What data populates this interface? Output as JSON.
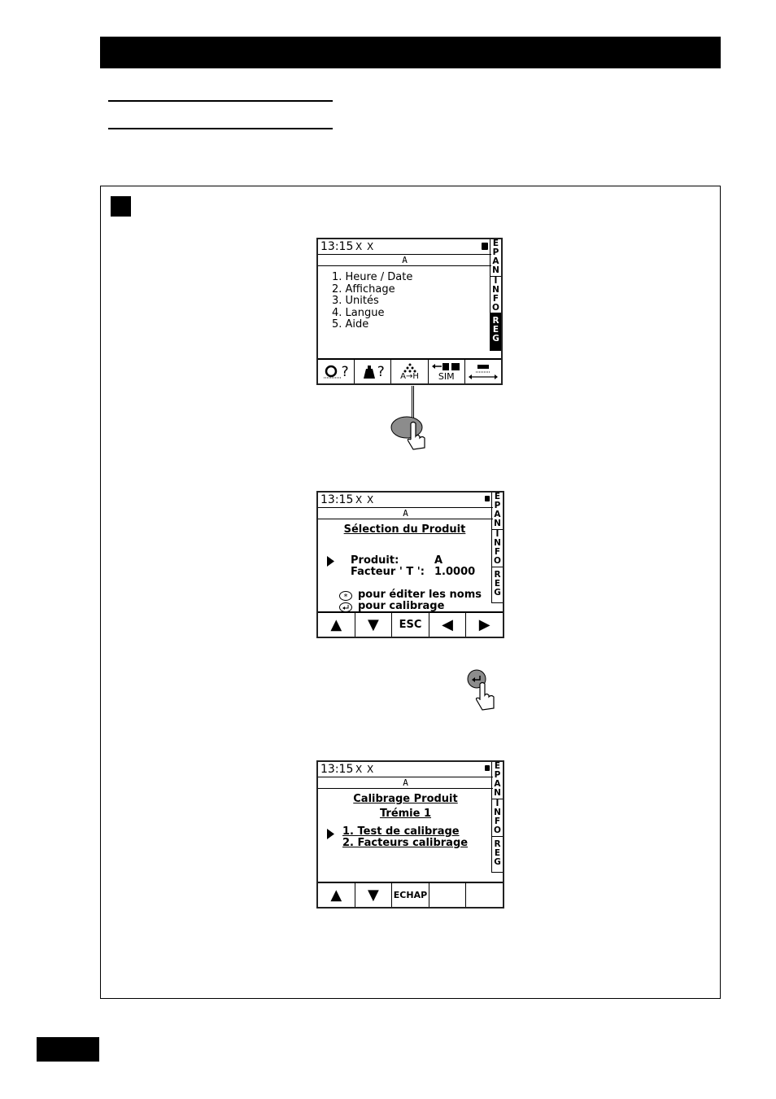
{
  "screen1": {
    "time": "13:15",
    "status_marks": "X X",
    "product": "A",
    "side_tabs": [
      "EPAN",
      "INFO",
      "REG"
    ],
    "menu": [
      "1. Heure / Date",
      "2. Affichage",
      "3. Unités",
      "4. Langue",
      "5. Aide"
    ],
    "softkeys": [
      "?",
      "?",
      "A→H",
      "SIM",
      ""
    ]
  },
  "screen2": {
    "time": "13:15",
    "status_marks": "X X",
    "product": "A",
    "side_tabs": [
      "EPAN",
      "INFO",
      "REG"
    ],
    "title": "Sélection du Produit",
    "field1_label": "Produit:",
    "field1_value": "A",
    "field2_label": "Facteur ' T ':",
    "field2_value": "1.0000",
    "hint1": "pour  éditer  les  noms",
    "hint2": "pour  calibrage",
    "softkeys": [
      "▲",
      "▼",
      "ESC",
      "◀",
      "▶"
    ]
  },
  "screen3": {
    "time": "13:15",
    "status_marks": "X X",
    "product": "A",
    "side_tabs": [
      "EPAN",
      "INFO",
      "REG"
    ],
    "title": "Calibrage Produit",
    "subtitle": "Trémie  1",
    "menu": [
      "1.  Test de calibrage",
      "2.  Facteurs calibrage"
    ],
    "softkeys": [
      "▲",
      "▼",
      "ECHAP",
      "",
      ""
    ]
  }
}
